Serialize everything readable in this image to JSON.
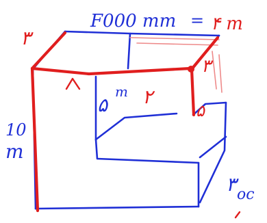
{
  "colors": {
    "pen_blue": "#1f2fd6",
    "pen_red": "#e01e1e"
  },
  "labels": {
    "top_dimension": "F000 mm",
    "equals_sign": "=",
    "top_dimension_converted": "۴ m",
    "left_height_value": "10",
    "left_height_unit": "m",
    "top_left_edge": "۳",
    "inner_height": "۵",
    "inner_height_unit": "m",
    "inner_depth": "۲",
    "right_depth": "۳",
    "right_inner_height": "۵",
    "bottom_right": "۳",
    "bottom_right_suffix": "oc",
    "arrow_mark": "^"
  }
}
